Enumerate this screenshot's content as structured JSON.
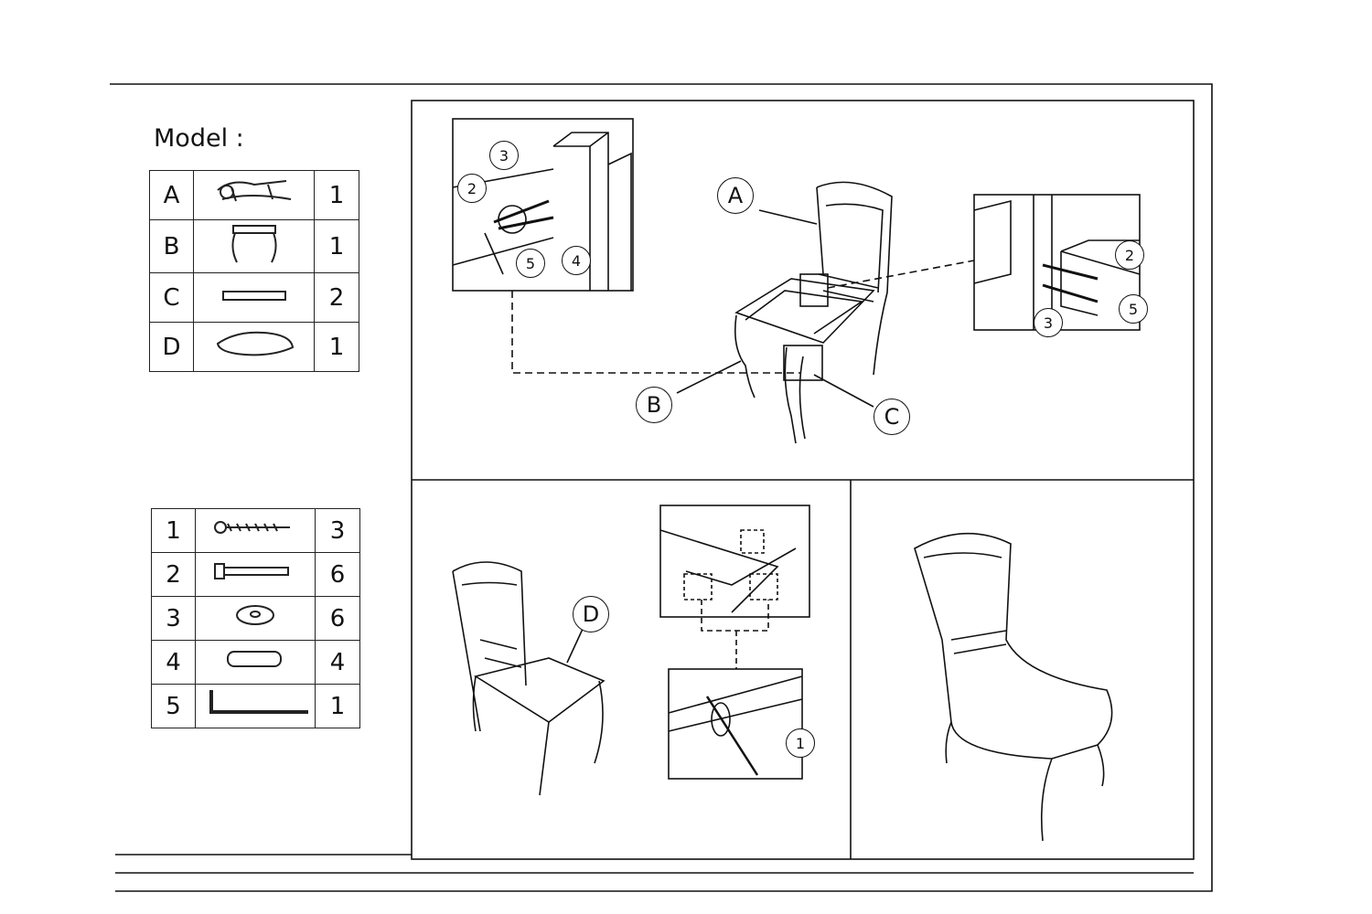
{
  "model_label": "Model :",
  "parts": [
    {
      "id": "A",
      "icon": "chair-back-icon",
      "qty": "1"
    },
    {
      "id": "B",
      "icon": "front-legs-icon",
      "qty": "1"
    },
    {
      "id": "C",
      "icon": "side-rail-icon",
      "qty": "2"
    },
    {
      "id": "D",
      "icon": "seat-cushion-icon",
      "qty": "1"
    }
  ],
  "hardware": [
    {
      "id": "1",
      "icon": "wood-screw-icon",
      "qty": "3"
    },
    {
      "id": "2",
      "icon": "bolt-icon",
      "qty": "6"
    },
    {
      "id": "3",
      "icon": "washer-icon",
      "qty": "6"
    },
    {
      "id": "4",
      "icon": "dowel-icon",
      "qty": "4"
    },
    {
      "id": "5",
      "icon": "allen-key-icon",
      "qty": "1"
    }
  ],
  "step1": {
    "labels": {
      "a": "A",
      "b": "B",
      "c": "C"
    },
    "detail_left": {
      "n3": "3",
      "n2": "2",
      "n5": "5",
      "n4": "4"
    },
    "detail_right": {
      "n2": "2",
      "n3": "3",
      "n5": "5"
    }
  },
  "step2": {
    "label_d": "D",
    "detail_n1": "1"
  }
}
